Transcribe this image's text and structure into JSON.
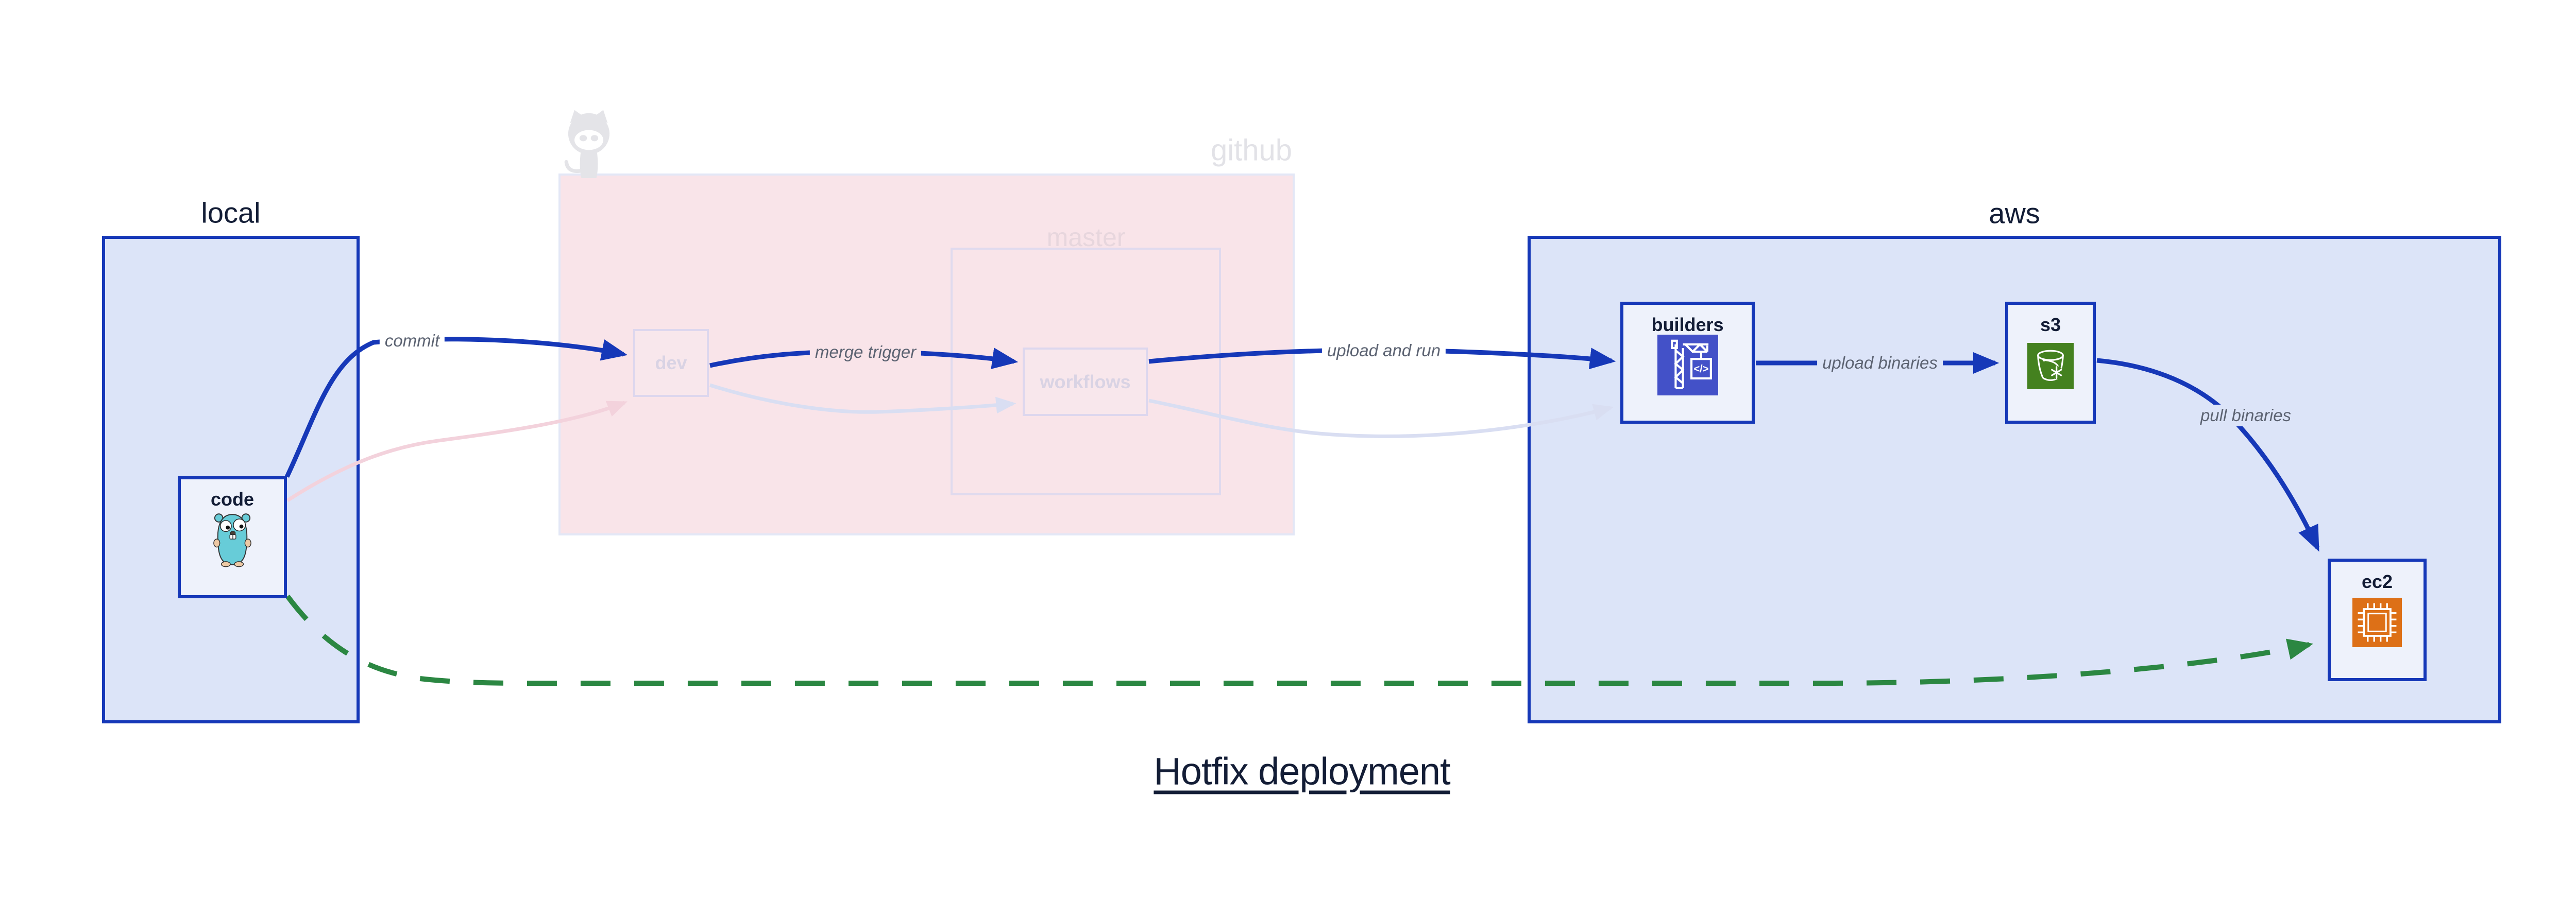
{
  "title": "Hotfix deployment",
  "regions": {
    "local": {
      "label": "local"
    },
    "github": {
      "label": "github"
    },
    "master": {
      "label": "master"
    },
    "aws": {
      "label": "aws"
    }
  },
  "nodes": {
    "code": {
      "label": "code",
      "icon": "go-gopher-icon"
    },
    "dev": {
      "label": "dev"
    },
    "workflows": {
      "label": "workflows"
    },
    "builders": {
      "label": "builders",
      "icon": "codebuild-crane-icon"
    },
    "s3": {
      "label": "s3",
      "icon": "s3-bucket-icon"
    },
    "ec2": {
      "label": "ec2",
      "icon": "ec2-chip-icon"
    }
  },
  "edges": [
    {
      "id": "commit",
      "from": "code",
      "to": "dev",
      "label": "commit",
      "style": "bold-blue"
    },
    {
      "id": "merge-trigger",
      "from": "dev",
      "to": "workflows",
      "label": "merge trigger",
      "style": "bold-blue"
    },
    {
      "id": "upload-and-run",
      "from": "workflows",
      "to": "builders",
      "label": "upload and run",
      "style": "bold-blue"
    },
    {
      "id": "upload-binaries",
      "from": "builders",
      "to": "s3",
      "label": "upload binaries",
      "style": "bold-blue"
    },
    {
      "id": "pull-binaries",
      "from": "s3",
      "to": "ec2",
      "label": "pull binaries",
      "style": "bold-blue"
    },
    {
      "id": "commit-faded",
      "from": "code",
      "to": "dev",
      "label": "",
      "style": "faded-pink"
    },
    {
      "id": "trigger-faded",
      "from": "dev",
      "to": "workflows",
      "label": "",
      "style": "faded-lavender"
    },
    {
      "id": "run-faded",
      "from": "workflows",
      "to": "builders",
      "label": "",
      "style": "faded-lavender"
    },
    {
      "id": "hotfix-direct",
      "from": "code",
      "to": "ec2",
      "label": "",
      "style": "dashed-green"
    }
  ],
  "colors": {
    "active_blue": "#1638b8",
    "region_fill_blue": "#dce4f8",
    "node_fill": "#eef2fb",
    "github_fill_pink": "#f9e4e9",
    "faded_border": "#ddd7ee",
    "faded_pink_edge": "#f3d2dc",
    "faded_lavender_edge": "#d9def2",
    "hotfix_green": "#2b8742",
    "edge_label_gray": "#5c6372",
    "title_navy": "#131d36",
    "codebuild_indigo": "#4351c8",
    "s3_green": "#44811f",
    "ec2_orange": "#dd7017"
  }
}
